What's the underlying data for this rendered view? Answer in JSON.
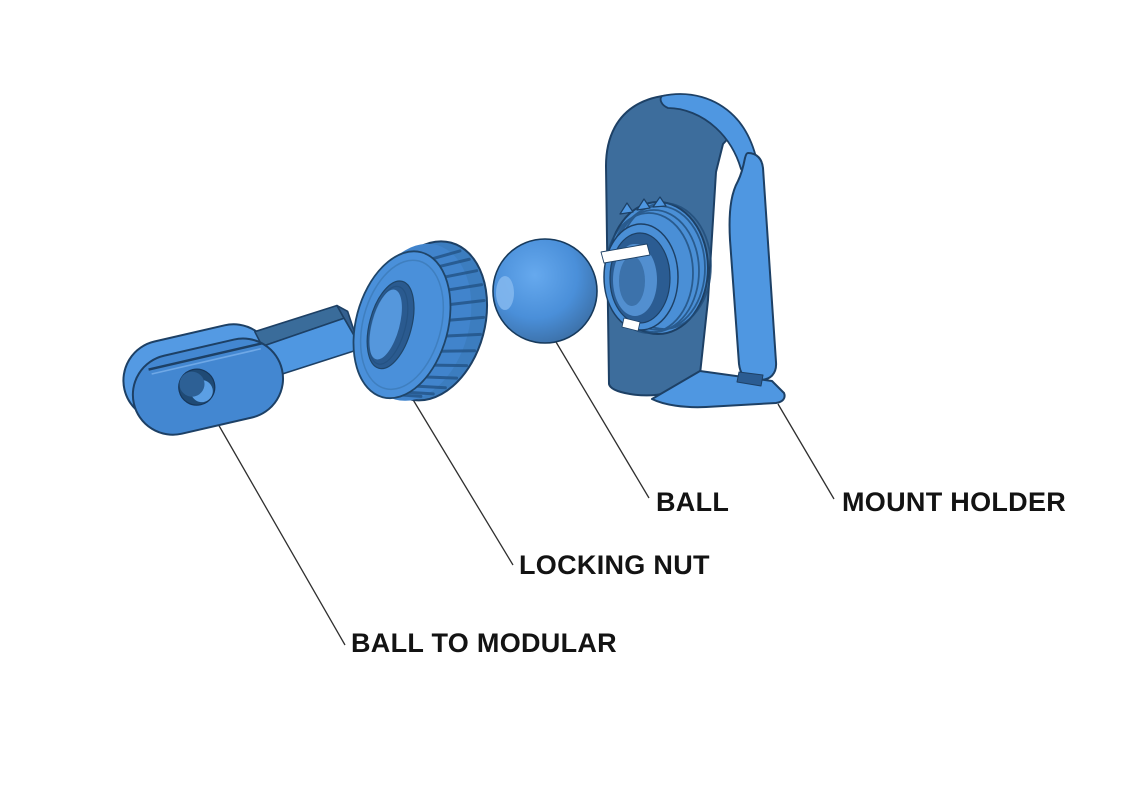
{
  "diagram": {
    "type": "exploded-assembly-diagram",
    "background": "#ffffff",
    "parts": [
      {
        "name": "ball-to-modular-adapter",
        "label": "BALL TO MODULAR"
      },
      {
        "name": "locking-nut",
        "label": "LOCKING NUT"
      },
      {
        "name": "ball",
        "label": "BALL"
      },
      {
        "name": "mount-holder",
        "label": "MOUNT HOLDER"
      }
    ],
    "colors": {
      "part_base_blue": "#4a90da",
      "part_lit_blue": "#4f97e1",
      "part_shaded_blue": "#3d6d9c",
      "part_dark_edge": "#1d4065",
      "hole_inner_blue": "#2b5c92",
      "leader_line": "#2f2f2f",
      "label_text": "#131313",
      "background": "#ffffff"
    }
  }
}
